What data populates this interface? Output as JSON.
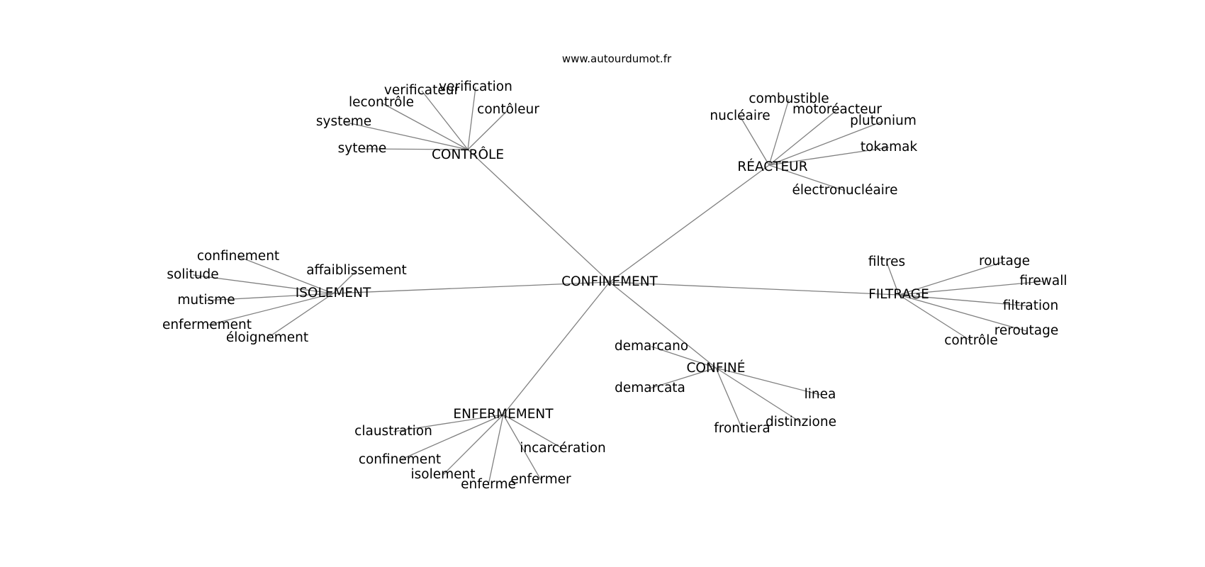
{
  "source": "www.autourdumot.fr",
  "center": "CONFINEMENT",
  "hubs": {
    "controle": {
      "label": "CONTRÔLE",
      "leaves": [
        "verificateur",
        "verification",
        "lecontrôle",
        "contôleur",
        "systeme",
        "syteme"
      ]
    },
    "reacteur": {
      "label": "RÉACTEUR",
      "leaves": [
        "combustible",
        "motoréacteur",
        "nucléaire",
        "plutonium",
        "tokamak",
        "électronucléaire"
      ]
    },
    "isolement": {
      "label": "ISOLEMENT",
      "leaves": [
        "confinement",
        "affaiblissement",
        "solitude",
        "mutisme",
        "enfermement",
        "éloignement"
      ]
    },
    "filtrage": {
      "label": "FILTRAGE",
      "leaves": [
        "filtres",
        "routage",
        "firewall",
        "filtration",
        "reroutage",
        "contrôle"
      ]
    },
    "confine": {
      "label": "CONFINÉ",
      "leaves": [
        "demarcano",
        "demarcata",
        "linea",
        "distinzione",
        "frontiera"
      ]
    },
    "enfermement": {
      "label": "ENFERMEMENT",
      "leaves": [
        "claustration",
        "incarcération",
        "confinement",
        "isolement",
        "enferme",
        "enfermer"
      ]
    }
  }
}
